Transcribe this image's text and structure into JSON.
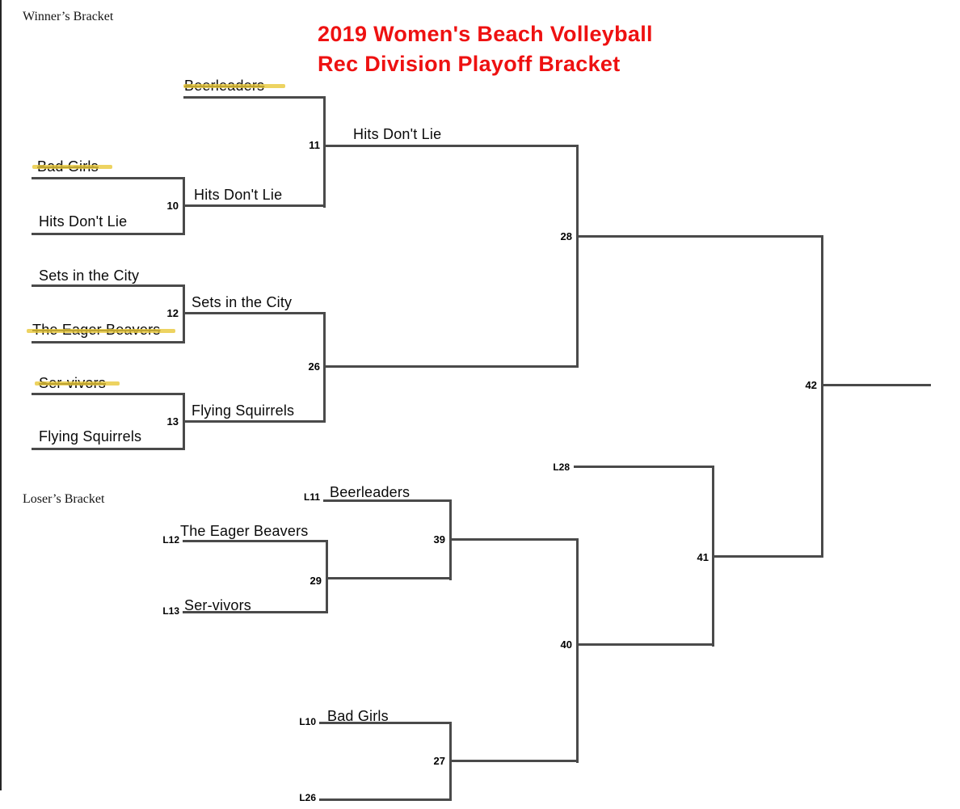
{
  "title": {
    "line1": "2019 Women's Beach Volleyball",
    "line2": "Rec Division Playoff Bracket",
    "color": "#ee1111"
  },
  "section_labels": {
    "winners": "Winner’s Bracket",
    "losers": "Loser’s Bracket"
  },
  "colors": {
    "bracket_line": "#4a4a4a",
    "highlight_yellow": "#e9c83a",
    "title_red": "#ee1111",
    "text_black": "#0a0a0a"
  },
  "winners_bracket": {
    "teams": {
      "beerleaders": {
        "name": "Beerleaders",
        "eliminated": true
      },
      "bad_girls": {
        "name": "Bad Girls",
        "eliminated": true
      },
      "hits_dont_lie": {
        "name": "Hits Don't Lie",
        "eliminated": false
      },
      "sets_in_the_city": {
        "name": "Sets in the City",
        "eliminated": false
      },
      "eager_beavers": {
        "name": "The Eager Beavers",
        "eliminated": true
      },
      "ser_vivors": {
        "name": "Ser-vivors",
        "eliminated": true
      },
      "flying_squirrels": {
        "name": "Flying Squirrels",
        "eliminated": false
      }
    },
    "matches": {
      "m10": {
        "number": "10",
        "winner": "Hits Don't Lie"
      },
      "m11": {
        "number": "11",
        "winner": "Hits Don't Lie"
      },
      "m12": {
        "number": "12",
        "winner": "Sets in the City"
      },
      "m13": {
        "number": "13",
        "winner": "Flying Squirrels"
      },
      "m26": {
        "number": "26",
        "winner": ""
      },
      "m28": {
        "number": "28",
        "winner": ""
      },
      "m42": {
        "number": "42",
        "winner": ""
      }
    }
  },
  "losers_bracket": {
    "slots": {
      "l11": {
        "label": "L11",
        "team": "Beerleaders"
      },
      "l12": {
        "label": "L12",
        "team": "The Eager Beavers"
      },
      "l13": {
        "label": "L13",
        "team": "Ser-vivors"
      },
      "l28": {
        "label": "L28",
        "team": ""
      },
      "l10": {
        "label": "L10",
        "team": "Bad Girls"
      },
      "l26": {
        "label": "L26",
        "team": ""
      }
    },
    "matches": {
      "m29": {
        "number": "29"
      },
      "m39": {
        "number": "39"
      },
      "m40": {
        "number": "40"
      },
      "m41": {
        "number": "41"
      },
      "m27": {
        "number": "27"
      }
    }
  }
}
